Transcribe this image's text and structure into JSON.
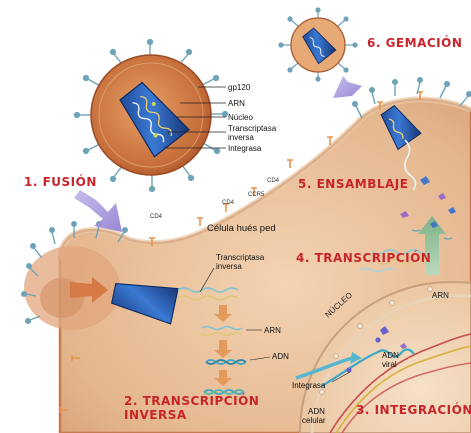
{
  "steps": {
    "s1": "1. FUSIÓN",
    "s2a": "2. TRANSCRIPCIÓN",
    "s2b": "INVERSA",
    "s3": "3. INTEGRACIÓN",
    "s4": "4. TRANSCRIPCIÓN",
    "s5": "5. ENSAMBLAJE",
    "s6": "6. GEMACIÓN"
  },
  "virus_labels": {
    "gp120": "gp120",
    "arn": "ARN",
    "nucleo": "Núcleo",
    "transcriptasa_1": "Transcriptasa",
    "transcriptasa_2": "inversa",
    "integrasa": "Integrasa"
  },
  "cell": {
    "title": "Célula hués ped",
    "cd4_a": "CD4",
    "cd4_b": "CD4",
    "cd4_c": "CD4",
    "ccr5": "CCR5"
  },
  "rt_labels": {
    "transcriptasa_1": "Transcriptasa",
    "transcriptasa_2": "inversa",
    "arn": "ARN",
    "adn": "ADN"
  },
  "nucleus": {
    "nucleo": "NÚCLEO",
    "arn": "ARN",
    "adn_viral_1": "ADN",
    "adn_viral_2": "viral",
    "integrasa": "Integrasa",
    "adn_celular_1": "ADN",
    "adn_celular_2": "celular"
  },
  "colors": {
    "step_red": "#c8252b",
    "cell_fill": "#e9c09a",
    "virus_core": "#2b62b5",
    "arrow": "#a796d6"
  }
}
